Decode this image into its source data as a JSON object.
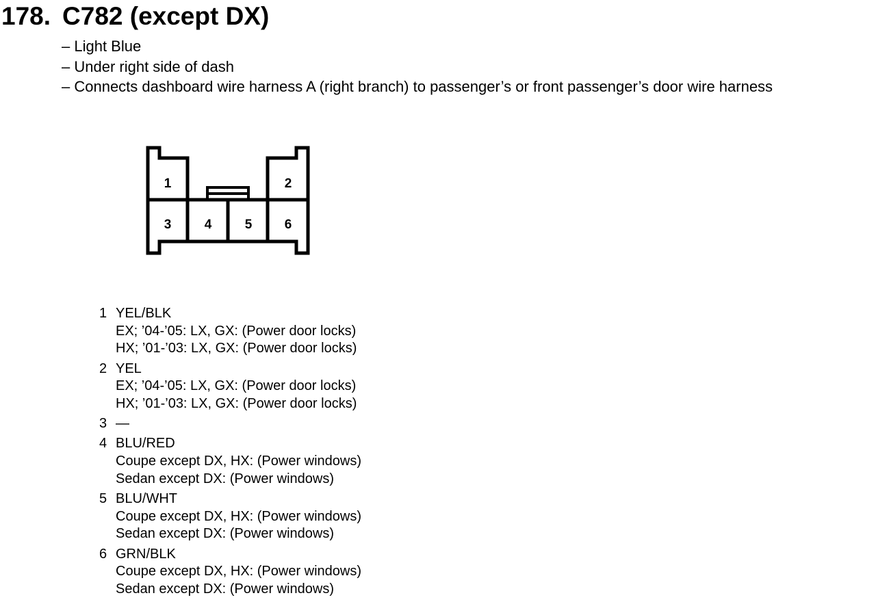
{
  "title": {
    "number": "178.",
    "name": "C782 (except DX)"
  },
  "notes": [
    "– Light Blue",
    "– Under right side of dash",
    "– Connects dashboard wire harness A (right branch) to passenger’s or front passenger’s door wire harness"
  ],
  "connector": {
    "cavities": [
      "1",
      "2",
      "3",
      "4",
      "5",
      "6"
    ]
  },
  "pins": [
    {
      "number": "1",
      "wire": "YEL/BLK",
      "lines": [
        "EX; ’04-’05: LX, GX: (Power door locks)",
        "HX; ’01-’03: LX, GX: (Power door locks)"
      ]
    },
    {
      "number": "2",
      "wire": "YEL",
      "lines": [
        "EX; ’04-’05: LX, GX: (Power door locks)",
        "HX; ’01-’03: LX, GX: (Power door locks)"
      ]
    },
    {
      "number": "3",
      "wire": "—",
      "lines": []
    },
    {
      "number": "4",
      "wire": "BLU/RED",
      "lines": [
        "Coupe except DX, HX: (Power windows)",
        "Sedan except DX: (Power windows)"
      ]
    },
    {
      "number": "5",
      "wire": "BLU/WHT",
      "lines": [
        "Coupe except DX, HX: (Power windows)",
        "Sedan except DX: (Power windows)"
      ]
    },
    {
      "number": "6",
      "wire": "GRN/BLK",
      "lines": [
        "Coupe except DX, HX: (Power windows)",
        "Sedan except DX: (Power windows)"
      ]
    }
  ]
}
